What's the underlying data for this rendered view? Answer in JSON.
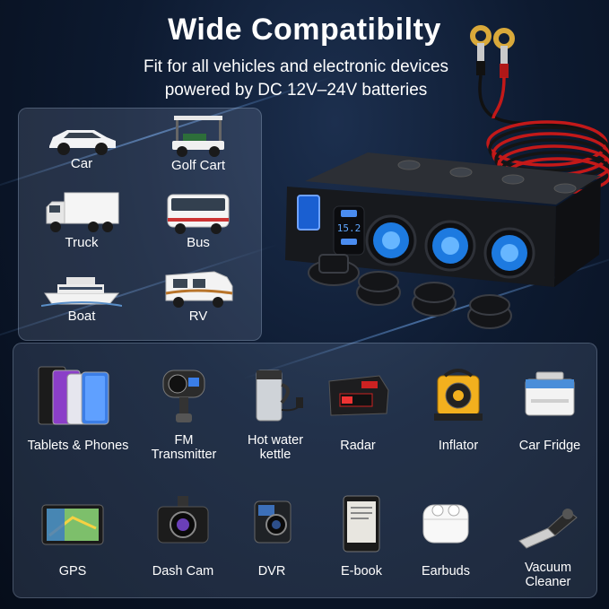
{
  "header": {
    "title": "Wide Compatibilty",
    "subtitle_line1": "Fit for all vehicles and electronic devices",
    "subtitle_line2": "powered by DC 12V–24V batteries"
  },
  "product": {
    "display_reading": "15.2"
  },
  "vehicles": [
    {
      "label": "Car",
      "icon": "car-icon"
    },
    {
      "label": "Golf Cart",
      "icon": "golf-cart-icon"
    },
    {
      "label": "Truck",
      "icon": "truck-icon"
    },
    {
      "label": "Bus",
      "icon": "bus-icon"
    },
    {
      "label": "Boat",
      "icon": "boat-icon"
    },
    {
      "label": "RV",
      "icon": "rv-icon"
    }
  ],
  "devices": [
    {
      "label": "Tablets & Phones",
      "icon": "tablets-phones-icon"
    },
    {
      "label": "FM\nTransmitter",
      "icon": "fm-transmitter-icon"
    },
    {
      "label": "Hot water\nkettle",
      "icon": "kettle-icon"
    },
    {
      "label": "Radar",
      "icon": "radar-icon"
    },
    {
      "label": "Inflator",
      "icon": "inflator-icon"
    },
    {
      "label": "Car Fridge",
      "icon": "car-fridge-icon"
    },
    {
      "label": "GPS",
      "icon": "gps-icon"
    },
    {
      "label": "Dash Cam",
      "icon": "dash-cam-icon"
    },
    {
      "label": "DVR",
      "icon": "dvr-icon"
    },
    {
      "label": "E-book",
      "icon": "ebook-icon"
    },
    {
      "label": "Earbuds",
      "icon": "earbuds-icon"
    },
    {
      "label": "Vacuum\nCleaner",
      "icon": "vacuum-icon"
    }
  ]
}
